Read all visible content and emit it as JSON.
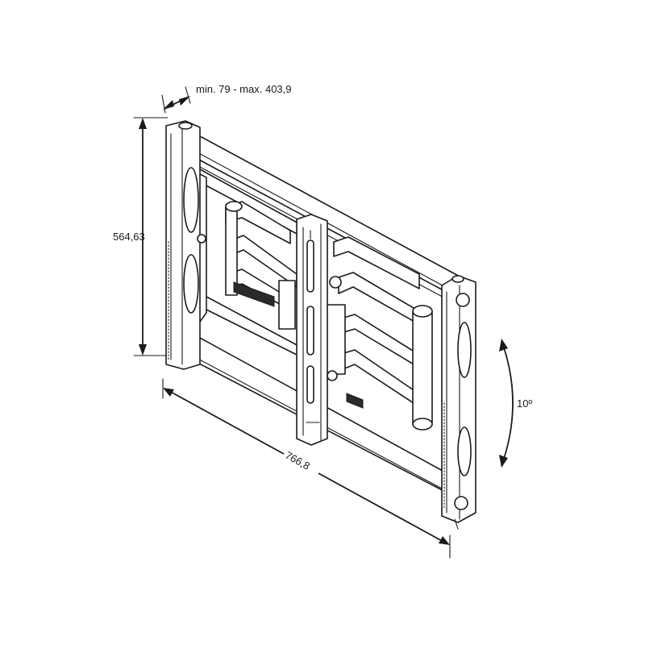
{
  "diagram": {
    "dimensions": {
      "depth": "min. 79 - max. 403,9",
      "height": "564,63",
      "width": "766,8",
      "tilt": "10º"
    }
  }
}
